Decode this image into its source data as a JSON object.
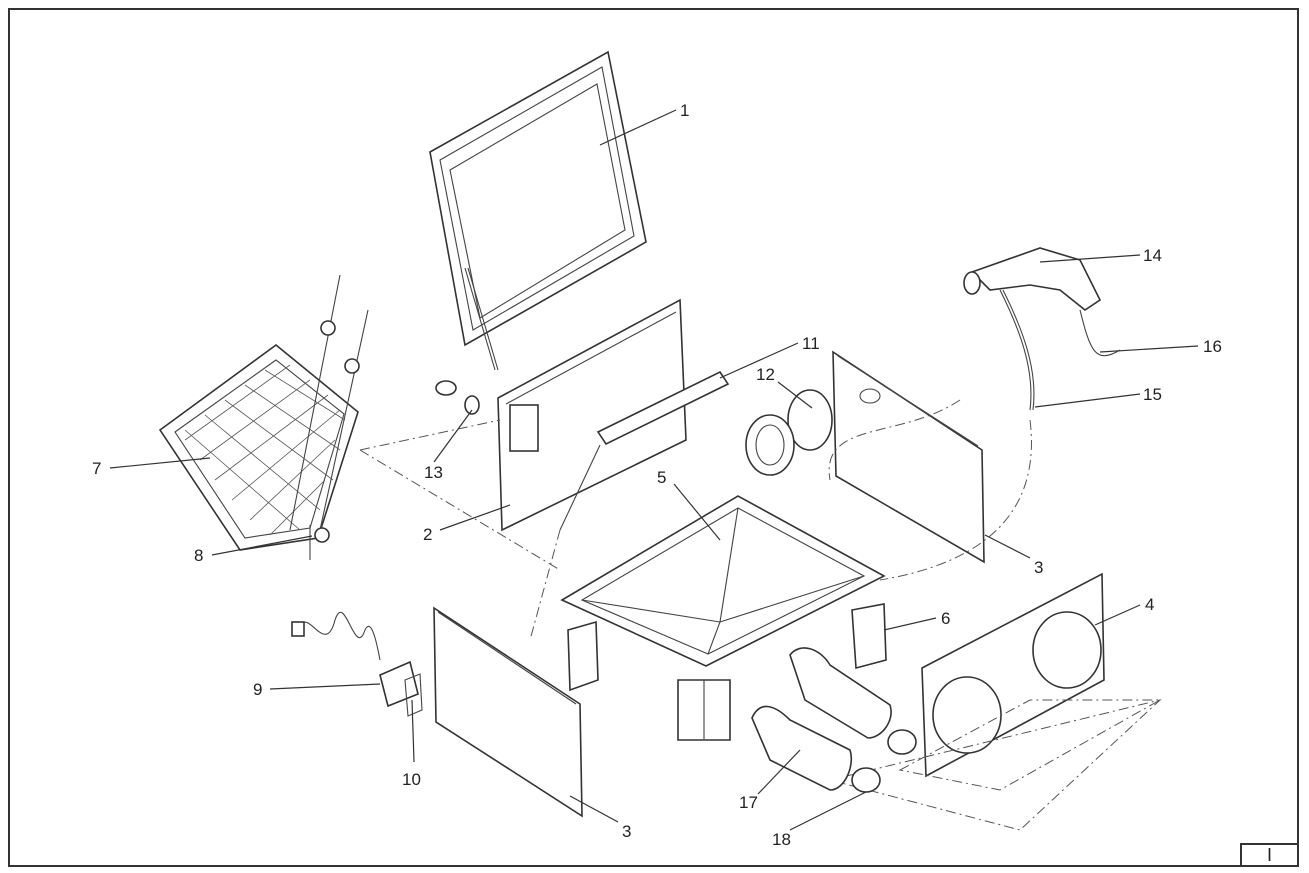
{
  "callouts": [
    "1",
    "2",
    "3",
    "3",
    "4",
    "5",
    "6",
    "7",
    "8",
    "9",
    "10",
    "11",
    "12",
    "13",
    "14",
    "15",
    "16",
    "17",
    "18"
  ],
  "page_marker": "I"
}
